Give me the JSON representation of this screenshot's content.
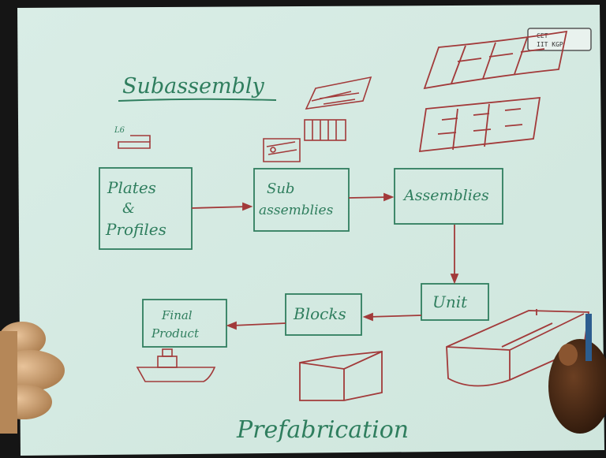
{
  "title": "Subassembly",
  "footer_title": "Prefabrication",
  "boxes": {
    "plates": [
      "Plates",
      "&",
      "Profiles"
    ],
    "sub": [
      "Sub",
      "assemblies"
    ],
    "assemblies": "Assemblies",
    "unit": "Unit",
    "blocks": "Blocks",
    "final": [
      "Final",
      "Product"
    ]
  },
  "small_label": "L6",
  "logo": [
    "CET",
    "IIT KGP"
  ],
  "colors": {
    "paper": "#d8ece4",
    "green_ink": "#2f7e5e",
    "red_ink": "#a23a3a",
    "border": "#141414",
    "skin": "#7a4a2a"
  }
}
